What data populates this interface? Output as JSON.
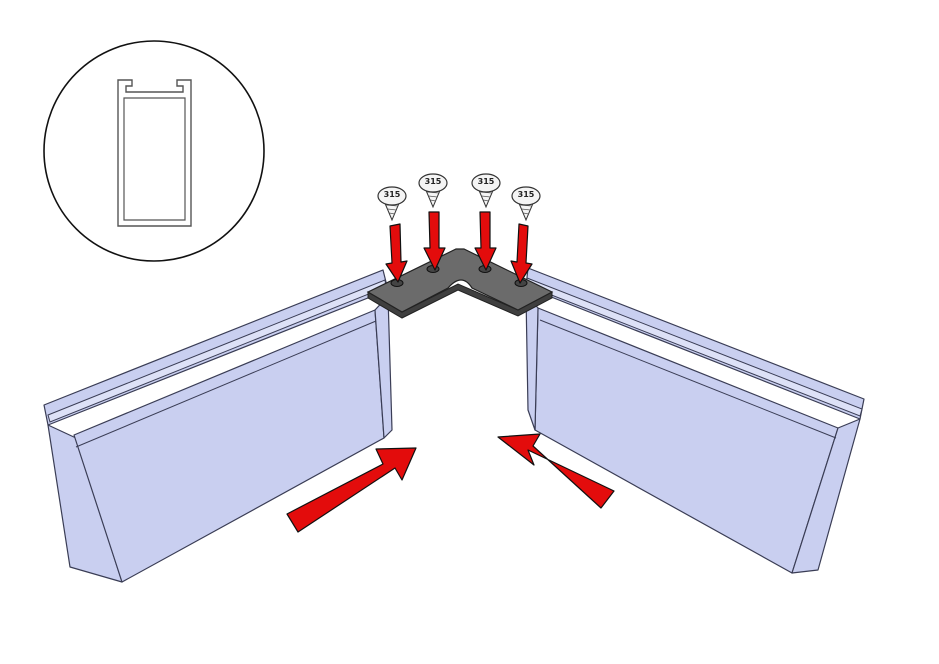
{
  "diagram": {
    "colors": {
      "profile_fill": "#c9cff0",
      "profile_stroke": "#3a3d55",
      "bracket_fill": "#6b6b6b",
      "arrow_fill": "#e30c0c",
      "screw_fill": "#f4f4f4"
    },
    "screws": [
      {
        "label": "315"
      },
      {
        "label": "315"
      },
      {
        "label": "315"
      },
      {
        "label": "315"
      }
    ],
    "inset": {
      "name": "profile-cross-section"
    }
  }
}
